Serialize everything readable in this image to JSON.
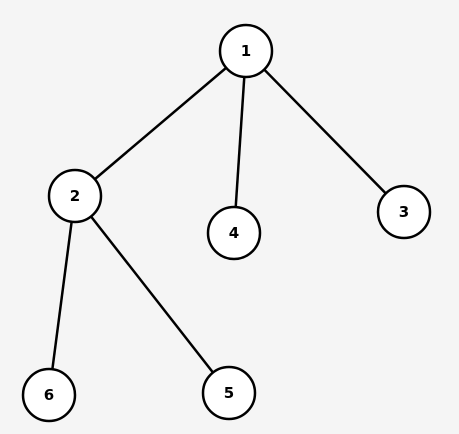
{
  "colors": {
    "background": "#f5f5f5",
    "node_fill": "#ffffff",
    "stroke": "#000000"
  },
  "tree": {
    "nodes": [
      {
        "id": "1",
        "label": "1"
      },
      {
        "id": "2",
        "label": "2"
      },
      {
        "id": "3",
        "label": "3"
      },
      {
        "id": "4",
        "label": "4"
      },
      {
        "id": "5",
        "label": "5"
      },
      {
        "id": "6",
        "label": "6"
      }
    ],
    "edges": [
      {
        "from": "1",
        "to": "2"
      },
      {
        "from": "1",
        "to": "4"
      },
      {
        "from": "1",
        "to": "3"
      },
      {
        "from": "2",
        "to": "6"
      },
      {
        "from": "2",
        "to": "5"
      }
    ]
  }
}
